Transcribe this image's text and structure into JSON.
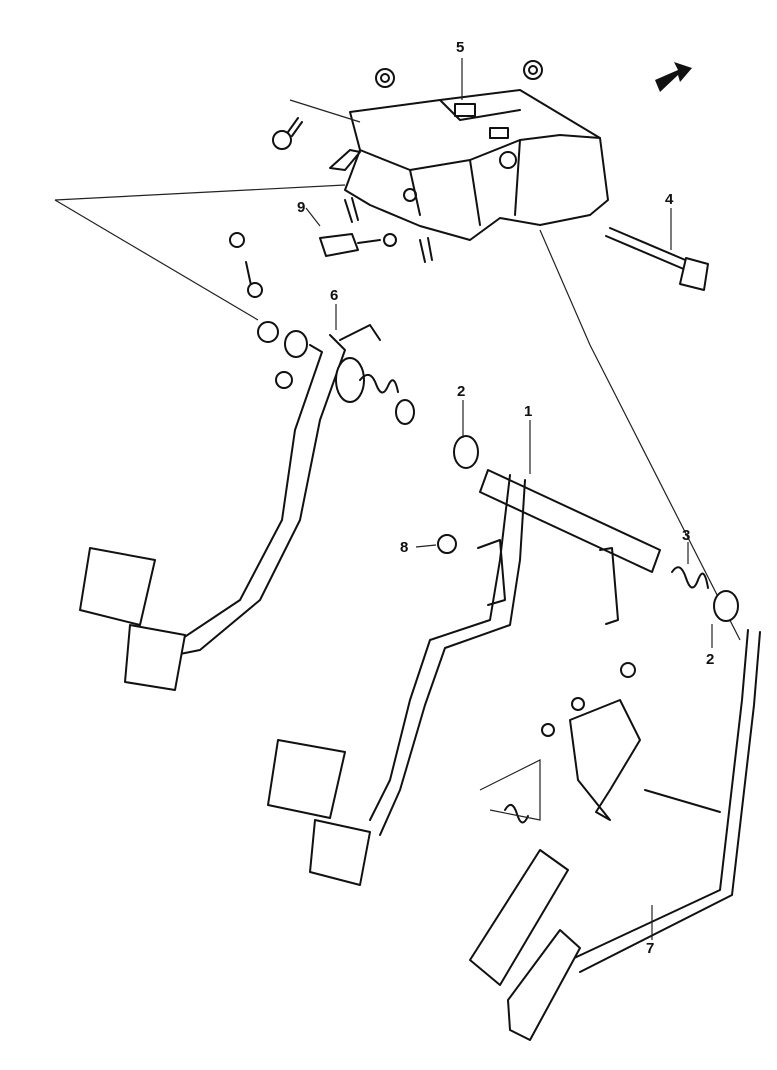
{
  "callouts": {
    "c1": "1",
    "c2a": "2",
    "c2b": "2",
    "c3": "3",
    "c4": "4",
    "c5": "5",
    "c6": "6",
    "c7": "7",
    "c8": "8",
    "c9": "9"
  },
  "colors": {
    "line": "#111111",
    "background": "#ffffff"
  },
  "icons": {
    "orientation": "front-arrow-icon"
  }
}
